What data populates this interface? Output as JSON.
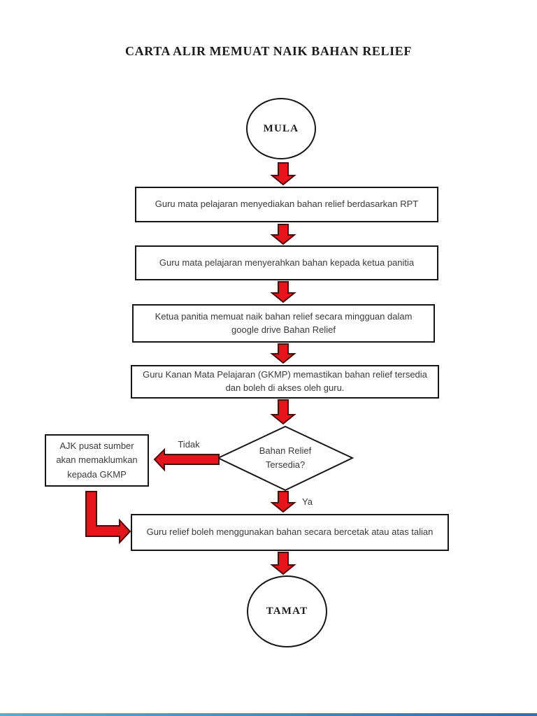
{
  "page": {
    "title": "CARTA ALIR MEMUAT NAIK BAHAN RELIEF"
  },
  "flowchart": {
    "start": {
      "label": "MULA"
    },
    "end": {
      "label": "TAMAT"
    },
    "steps": [
      {
        "label": "Guru mata pelajaran menyediakan bahan relief berdasarkan RPT"
      },
      {
        "label": "Guru mata pelajaran menyerahkan bahan kepada ketua panitia"
      },
      {
        "label": "Ketua panitia memuat naik bahan relief secara mingguan dalam google drive Bahan Relief"
      },
      {
        "label": "Guru Kanan Mata Pelajaran (GKMP) memastikan bahan relief tersedia dan boleh di akses oleh guru."
      },
      {
        "label": "Guru relief boleh menggunakan bahan secara bercetak atau atas talian"
      }
    ],
    "decision": {
      "label": "Bahan Relief Tersedia?",
      "yes_label": "Ya",
      "no_label": "Tidak"
    },
    "no_branch_box": {
      "label": "AJK pusat sumber akan memaklumkan kepada GKMP"
    }
  },
  "colors": {
    "arrow_fill": "#e8141b",
    "arrow_outline": "#4a0c0c",
    "shape_border": "#161616",
    "text": "#3a3a3a",
    "footer_bar_left": "#56aad7",
    "footer_bar_right": "#2e6db4"
  }
}
